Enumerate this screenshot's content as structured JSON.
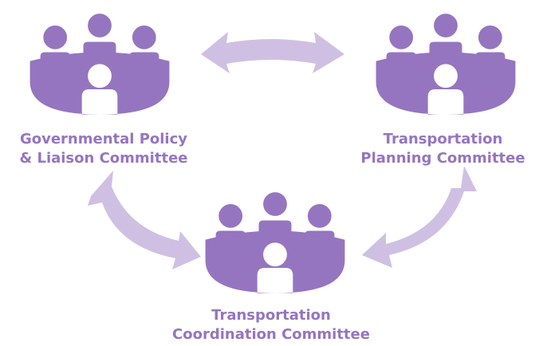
{
  "colors": {
    "icon": "#9575bf",
    "arrow": "#cfc0e3",
    "label": "#9575bf"
  },
  "committees": [
    {
      "id": "governmental-policy-liaison",
      "icon": "meeting-table-icon",
      "lines": [
        "Governmental Policy",
        "& Liaison Committee"
      ]
    },
    {
      "id": "transportation-planning",
      "icon": "meeting-table-icon",
      "lines": [
        "Transportation",
        "Planning Committee"
      ]
    },
    {
      "id": "transportation-coordination",
      "icon": "meeting-table-icon",
      "lines": [
        "Transportation",
        "Coordination Committee"
      ]
    }
  ],
  "connections": [
    {
      "from": "governmental-policy-liaison",
      "to": "transportation-planning",
      "icon": "double-arrow-icon"
    },
    {
      "from": "governmental-policy-liaison",
      "to": "transportation-coordination",
      "icon": "double-arrow-icon"
    },
    {
      "from": "transportation-planning",
      "to": "transportation-coordination",
      "icon": "double-arrow-icon"
    }
  ]
}
